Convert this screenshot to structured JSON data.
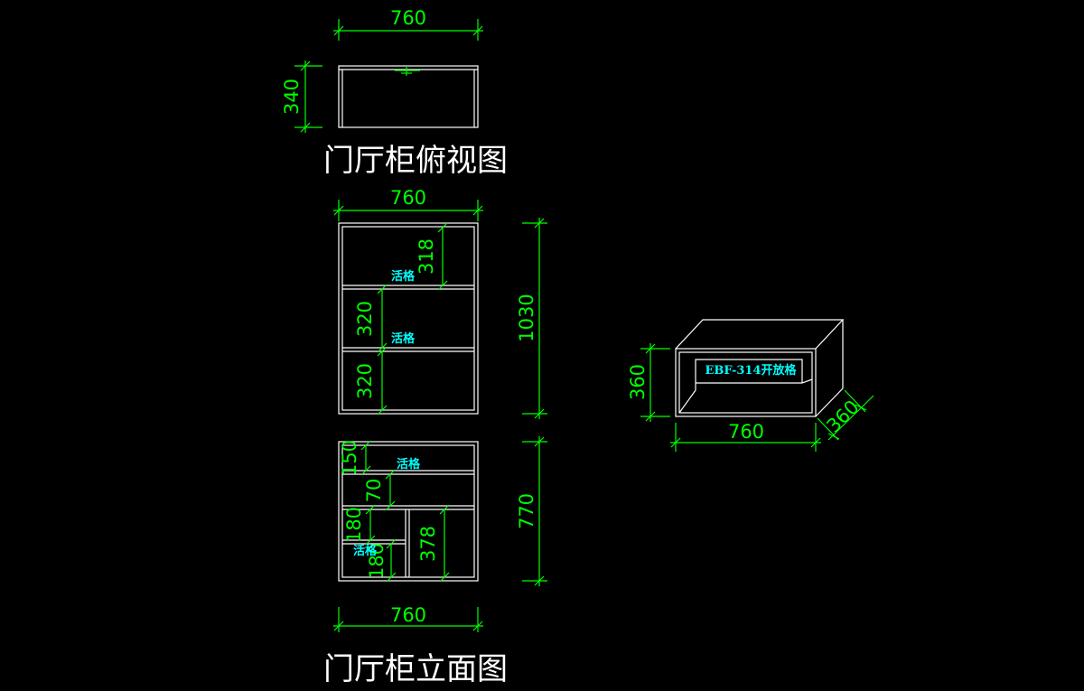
{
  "top_view": {
    "title": "门厅柜俯视图",
    "width_dim": "760",
    "depth_dim": "340"
  },
  "front_view": {
    "title": "门厅柜立面图",
    "upper": {
      "width_dim": "760",
      "height_dim": "1030",
      "shelf_dims": [
        "318",
        "320",
        "320"
      ],
      "shelf_labels": [
        "活格",
        "活格"
      ]
    },
    "lower": {
      "width_dim": "760",
      "height_dim": "770",
      "dims": [
        "150",
        "70",
        "180",
        "180",
        "378"
      ],
      "labels": [
        "活格",
        "活格"
      ]
    }
  },
  "iso_view": {
    "label": "EBF-314开放格",
    "width_dim": "760",
    "height_dim": "360",
    "depth_dim": "360"
  },
  "colors": {
    "background": "#000000",
    "lines": "#ffffff",
    "dimensions": "#00ff00",
    "annotations": "#00ffff"
  }
}
